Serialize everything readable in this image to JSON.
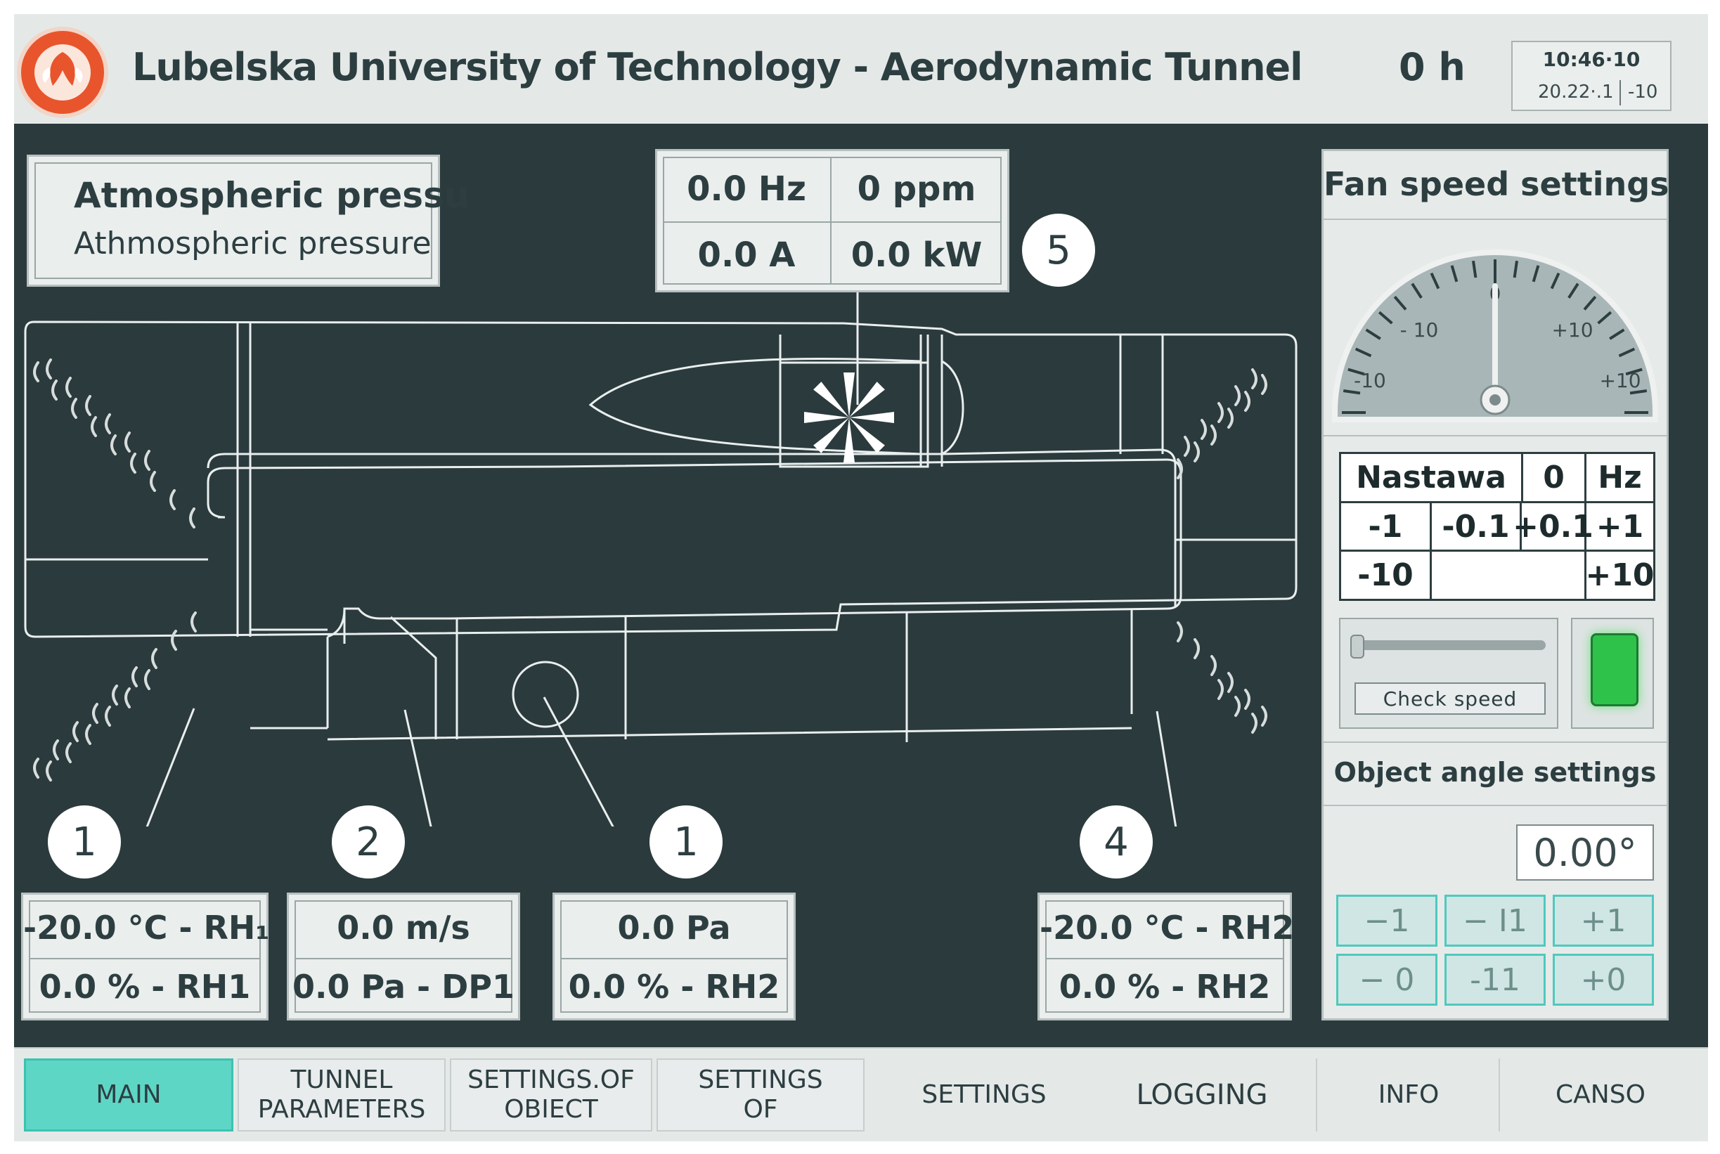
{
  "header": {
    "title": "Lubelska University of Technology - Aerodynamic Tunnel",
    "hours": "0 h",
    "time": "10:46·10",
    "date": "20.22·.1",
    "tz": "-10"
  },
  "atm": {
    "line1": "Atmospheric pressu",
    "line2": "Athmospheric pressure"
  },
  "drive": {
    "freq": "0.0 Hz",
    "ppm": "0 ppm",
    "current": "0.0 A",
    "power": "0.0 kW",
    "badge": "5"
  },
  "sensors": [
    {
      "badge": "1",
      "line1": "-20.0 °C - RH₁",
      "line2": "0.0 % - RH1"
    },
    {
      "badge": "2",
      "line1": "0.0 m/s",
      "line2": "0.0 Pa - DP1"
    },
    {
      "badge": "1",
      "line1": "0.0 Pa",
      "line2": "0.0 % - RH2"
    },
    {
      "badge": "4",
      "line1": "-20.0 °C - RH2",
      "line2": "0.0 % - RH2"
    }
  ],
  "fan": {
    "title": "Fan speed settings",
    "gauge_labels": {
      "top": "0",
      "left_upper": "- 10",
      "right_upper": "+10",
      "left_lower": "-10",
      "right_lower": "+10"
    },
    "gauge_value": 0,
    "table": {
      "label": "Nastawa",
      "value": "0",
      "unit": "Hz",
      "m1": "-1",
      "m01": "-0.1",
      "p01": "+0.1",
      "p1": "+1",
      "m10": "-10",
      "p10": "+10"
    },
    "slider_fraction": 0.0,
    "check_label": "Check speed",
    "indicator_color": "#2ec24a"
  },
  "angle": {
    "title": "Object angle settings",
    "value": "0.00°",
    "buttons": [
      "−1",
      "− I1",
      "+1",
      "− 0",
      "-11",
      "+0"
    ]
  },
  "nav": {
    "tabs": [
      "MAIN",
      "TUNNEL\nPARAMETERS",
      "SETTINGS.OF\nOBIECT",
      "SETTINGS\nOF",
      "SETTINGS",
      "LOGGING",
      "INFO",
      "CANSO"
    ],
    "active": "MAIN"
  },
  "colors": {
    "accent": "#5ed6c6",
    "panel": "#eaeeed",
    "background": "#2b3a3d",
    "logo": "#e8552c"
  }
}
